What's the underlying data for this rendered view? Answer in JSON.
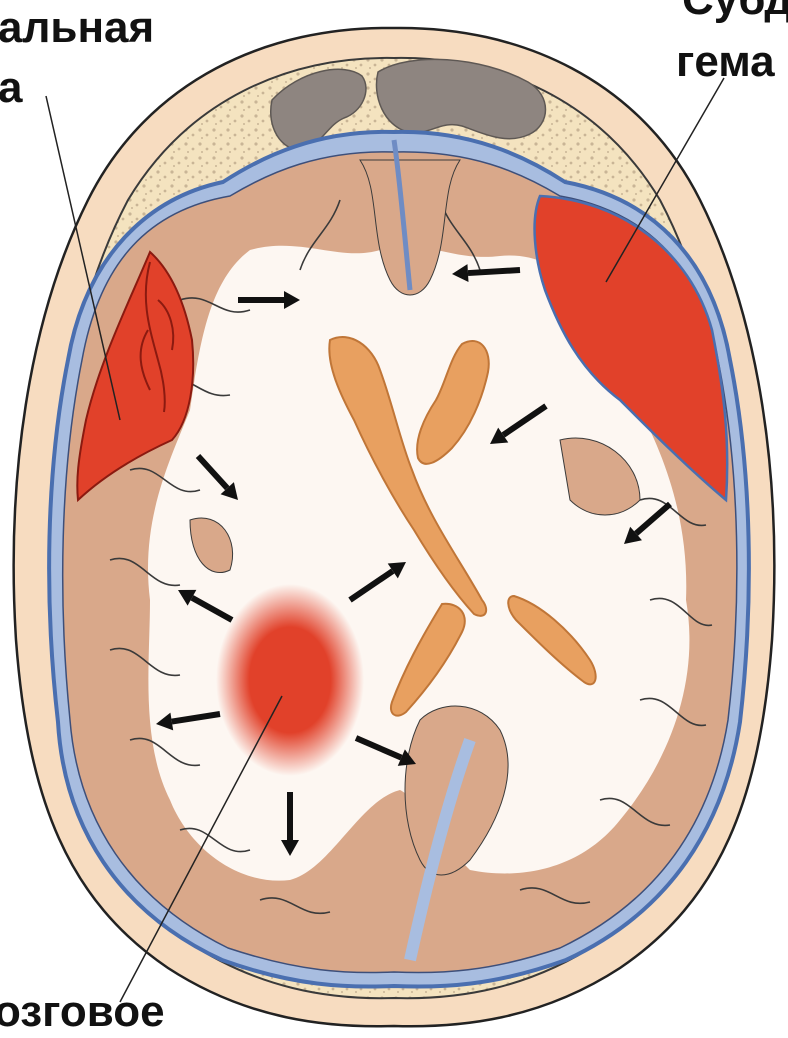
{
  "labels": {
    "epidural_line1": "альная",
    "epidural_line2": "а",
    "subdural_line1": "Субд",
    "subdural_line2": "гема",
    "intracerebral": "озговое"
  },
  "colors": {
    "background": "#ffffff",
    "scalp": "#f7dcc0",
    "skull": "#f4e3bf",
    "dura_line": "#4a6fb0",
    "csf": "#a8bde0",
    "brain": "#d9a88a",
    "white_matter": "#fdf7f2",
    "ventricle": "#e8a060",
    "ventricle_edge": "#c07638",
    "hematoma": "#e1412a",
    "frontal_sinus": "#8e8580",
    "arrow": "#111111",
    "leader_line": "#222222"
  },
  "icons": {
    "mass_effect_arrows": "arrow-icon"
  }
}
